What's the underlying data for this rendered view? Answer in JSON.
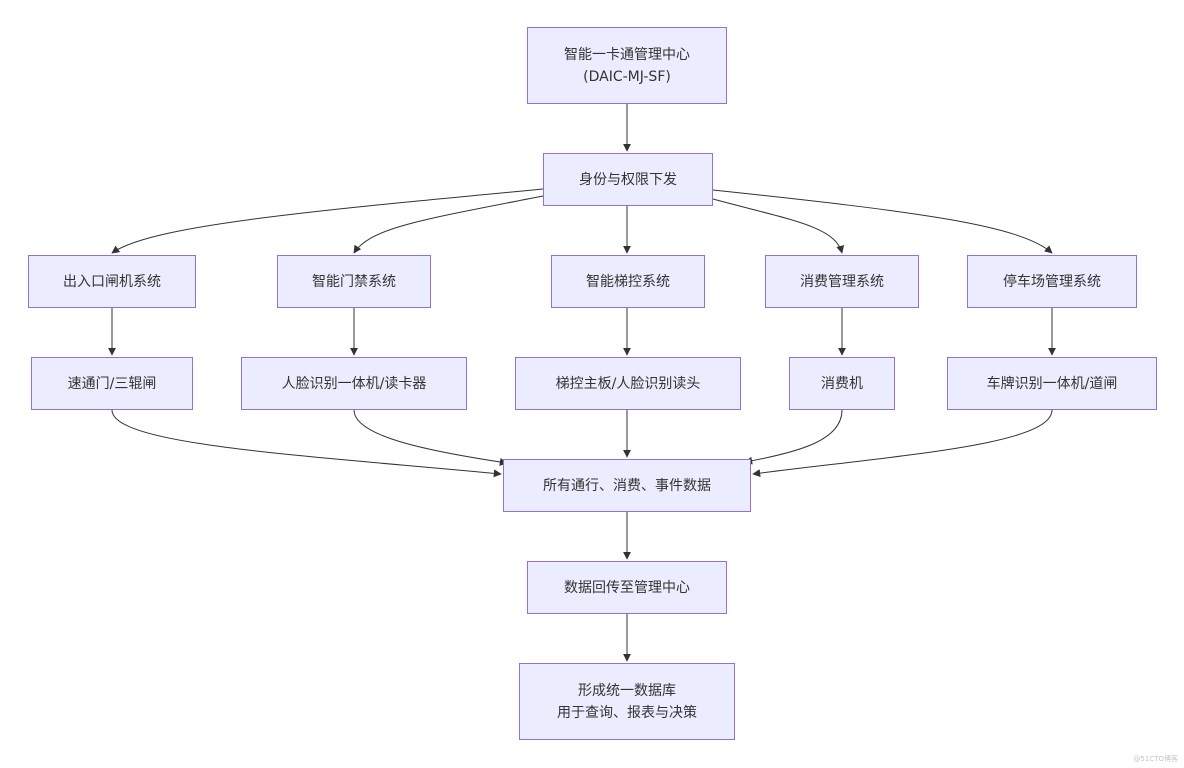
{
  "nodes": {
    "center": {
      "line1": "智能一卡通管理中心",
      "line2": "(DAIC-MJ-SF)"
    },
    "identity": "身份与权限下发",
    "sys_gate": "出入口闸机系统",
    "sys_door": "智能门禁系统",
    "sys_elevator": "智能梯控系统",
    "sys_consume": "消费管理系统",
    "sys_parking": "停车场管理系统",
    "dev_gate": "速通门/三辊闸",
    "dev_door": "人脸识别一体机/读卡器",
    "dev_elevator": "梯控主板/人脸识别读头",
    "dev_consume": "消费机",
    "dev_parking": "车牌识别一体机/道闸",
    "all_data": "所有通行、消费、事件数据",
    "upload": "数据回传至管理中心",
    "result": {
      "line1": "形成统一数据库",
      "line2": "用于查询、报表与决策"
    }
  },
  "colors": {
    "node_fill": "#ECECFF",
    "node_border": "#9370DB",
    "edge": "#333333",
    "text": "#333333"
  },
  "watermark": "@51CTO博客"
}
